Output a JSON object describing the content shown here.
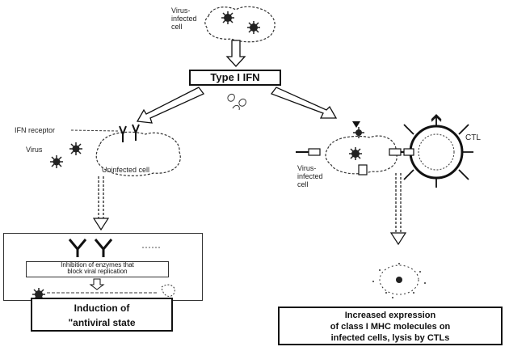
{
  "labels": {
    "virus_infected_cell": "Virus-\ninfected\ncell",
    "type_ifn": "Type I IFN",
    "ifn_receptor": "IFN receptor",
    "virus": "Virus",
    "uninfected_cell": "Uninfected cell",
    "ctl": "CTL",
    "virus_infected_cell_right": "Virus-\ninfected\ncell",
    "inhibition": "Inhibition of enzymes that\nblock viral replication",
    "induction": "Induction of\n\"antiviral state",
    "increased_expression": "Increased expression\nof class I MHC molecules on\ninfected cells, lysis by CTLs"
  },
  "colors": {
    "ink": "#111111",
    "arrow_fill": "#ffffff",
    "cell_stroke": "#333333"
  }
}
